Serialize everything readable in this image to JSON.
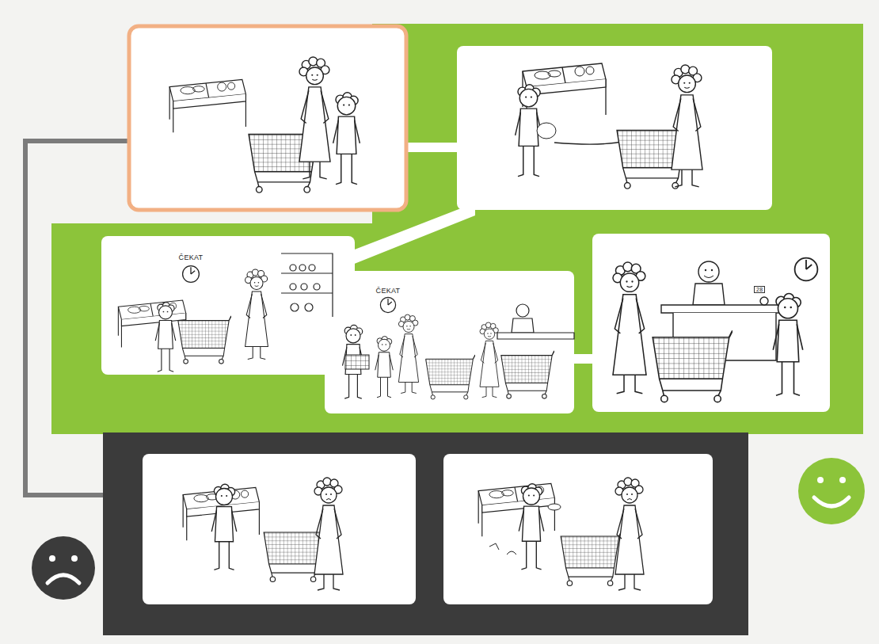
{
  "diagram": {
    "nodes": [
      {
        "text": [
          "ČEKAT"
        ]
      },
      {
        "text": [
          "ČEKAT"
        ]
      },
      {
        "text": [
          "28"
        ]
      }
    ],
    "edges": [
      {
        "from": 1,
        "to": 2,
        "arrow": "none"
      }
    ]
  }
}
